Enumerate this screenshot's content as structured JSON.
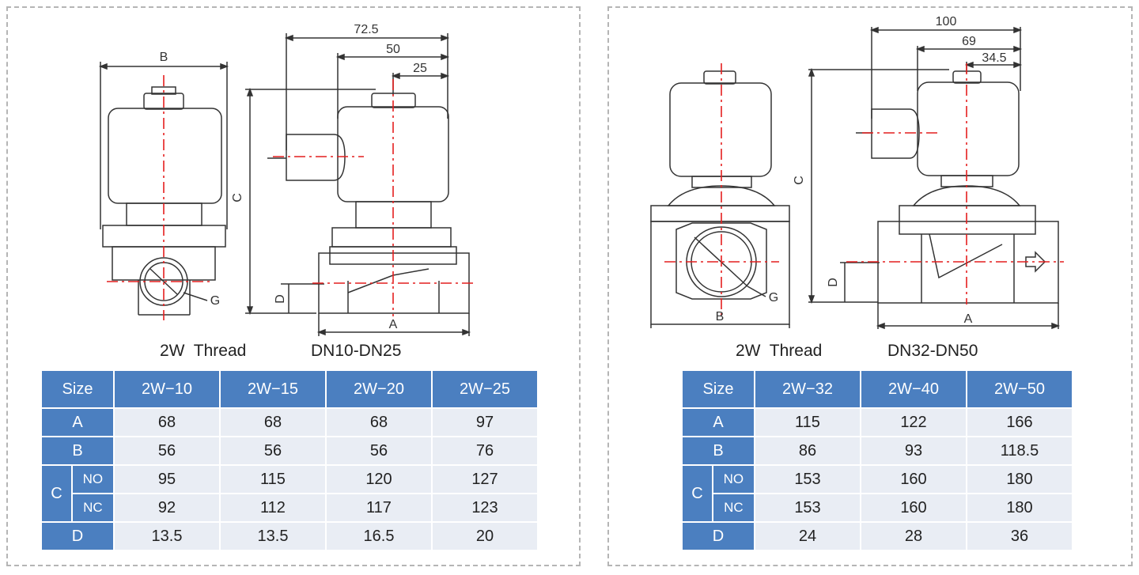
{
  "colors": {
    "header_blue": "#4b7fc0",
    "cell_bg": "#e9edf4",
    "centerline_red": "#e41f1f",
    "line": "#333333",
    "border_dash": "#b5b5b5"
  },
  "left": {
    "caption_type": "2W  Thread",
    "caption_range": "DN10-DN25",
    "dims": {
      "top1": "72.5",
      "top2": "50",
      "top3": "25",
      "B": "B",
      "C": "C",
      "D": "D",
      "A": "A",
      "G": "G"
    },
    "table": {
      "header": [
        "Size",
        "2W−10",
        "2W−15",
        "2W−20",
        "2W−25"
      ],
      "rows": {
        "A": {
          "label": "A",
          "values": [
            "68",
            "68",
            "68",
            "97"
          ]
        },
        "B": {
          "label": "B",
          "values": [
            "56",
            "56",
            "56",
            "76"
          ]
        },
        "C_group": "C",
        "NO": {
          "label": "NO",
          "values": [
            "95",
            "115",
            "120",
            "127"
          ]
        },
        "NC": {
          "label": "NC",
          "values": [
            "92",
            "112",
            "117",
            "123"
          ]
        },
        "D": {
          "label": "D",
          "values": [
            "13.5",
            "13.5",
            "16.5",
            "20"
          ]
        }
      }
    }
  },
  "right": {
    "caption_type": "2W  Thread",
    "caption_range": "DN32-DN50",
    "dims": {
      "top1": "100",
      "top2": "69",
      "top3": "34.5",
      "B": "B",
      "C": "C",
      "D": "D",
      "A": "A",
      "G": "G"
    },
    "table": {
      "header": [
        "Size",
        "2W−32",
        "2W−40",
        "2W−50"
      ],
      "rows": {
        "A": {
          "label": "A",
          "values": [
            "115",
            "122",
            "166"
          ]
        },
        "B": {
          "label": "B",
          "values": [
            "86",
            "93",
            "118.5"
          ]
        },
        "C_group": "C",
        "NO": {
          "label": "NO",
          "values": [
            "153",
            "160",
            "180"
          ]
        },
        "NC": {
          "label": "NC",
          "values": [
            "153",
            "160",
            "180"
          ]
        },
        "D": {
          "label": "D",
          "values": [
            "24",
            "28",
            "36"
          ]
        }
      }
    }
  }
}
